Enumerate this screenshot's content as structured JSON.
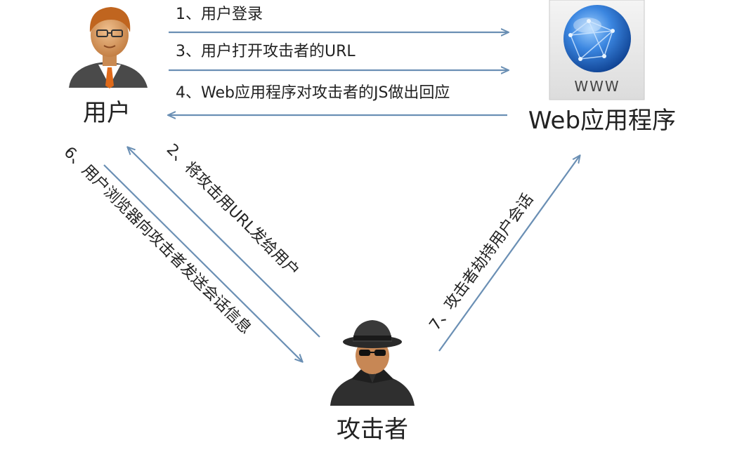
{
  "actors": {
    "user": {
      "label": "用户",
      "icon": "user-icon"
    },
    "web_app": {
      "label": "Web应用程序",
      "icon": "www-globe-icon",
      "badge": "WWW"
    },
    "attacker": {
      "label": "攻击者",
      "icon": "attacker-icon"
    }
  },
  "steps": [
    {
      "id": "step1",
      "text": "1、用户登录",
      "from": "user",
      "to": "web_app"
    },
    {
      "id": "step2",
      "text": "2、将攻击用URL发给用户",
      "from": "attacker",
      "to": "user"
    },
    {
      "id": "step3",
      "text": "3、用户打开攻击者的URL",
      "from": "user",
      "to": "web_app"
    },
    {
      "id": "step4",
      "text": "4、Web应用程序对攻击者的JS做出回应",
      "from": "web_app",
      "to": "user"
    },
    {
      "id": "step6",
      "text": "6、用户浏览器向攻击者发送会话信息",
      "from": "user",
      "to": "attacker"
    },
    {
      "id": "step7",
      "text": "7、攻击者劫持用户会话",
      "from": "attacker",
      "to": "web_app"
    }
  ],
  "colors": {
    "arrow": "#6a8fb4",
    "text": "#222222",
    "user_hair": "#c0651f",
    "user_skin": "#d69a63",
    "user_suit": "#4a4a4a",
    "user_tie": "#e06a1a",
    "attacker_hat": "#2f2f2f",
    "attacker_skin": "#c78755",
    "globe": "#2b6fcf"
  }
}
